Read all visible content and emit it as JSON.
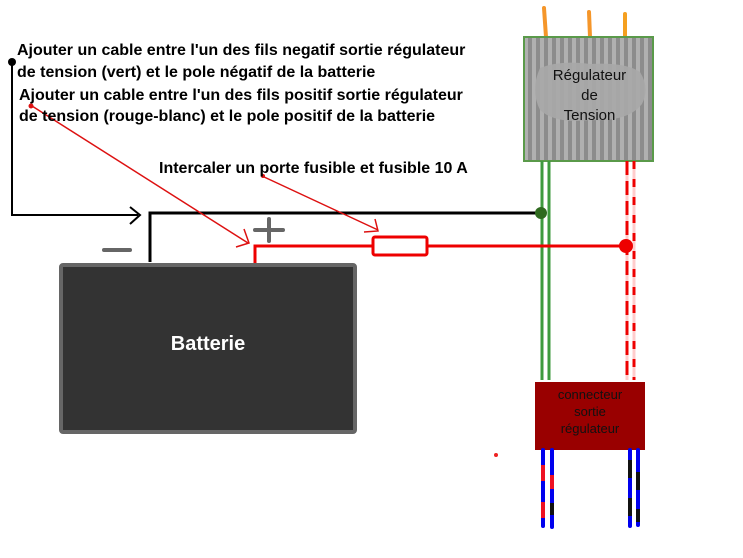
{
  "diagram": {
    "annotations": {
      "negative_cable_line1": "Ajouter un cable entre l'un des fils negatif sortie régulateur",
      "negative_cable_line2": "de tension (vert) et le pole négatif de la batterie",
      "positive_cable_line1": "Ajouter un cable entre l'un des fils positif sortie régulateur",
      "positive_cable_line2": "de tension (rouge-blanc) et le pole positif de la batterie",
      "fuse_note": "Intercaler un porte fusible et fusible 10 A"
    },
    "components": {
      "battery": {
        "label": "Batterie",
        "color": "#333333",
        "border": "#666666"
      },
      "regulator": {
        "label_lines": [
          "Régulateur",
          "de",
          "Tension"
        ],
        "color": "#a0a0a0",
        "border": "#5a9a4a"
      },
      "connector": {
        "label_lines": [
          "connecteur",
          "sortie",
          "régulateur"
        ],
        "color": "#990000"
      }
    },
    "symbols": {
      "minus": "−",
      "plus": "+"
    },
    "colors": {
      "negative_wire": "#000000",
      "positive_wire": "#ee0000",
      "regulator_negative_wires": "#3e9a3e",
      "regulator_input_wires": "#f5962a",
      "output_wires": "#0000ee"
    }
  }
}
